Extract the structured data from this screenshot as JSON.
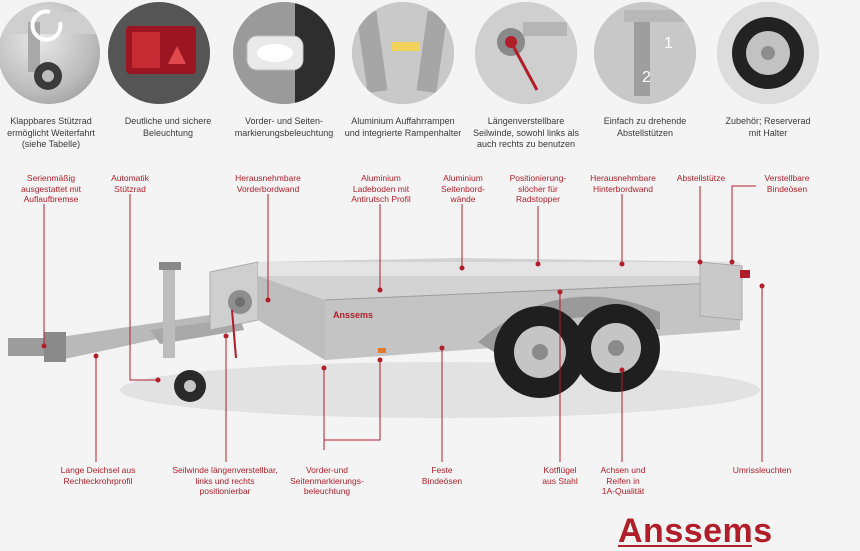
{
  "features": [
    {
      "caption": "Klappbares Stützrad\nermöglicht Weiterfahrt\n(siehe Tabelle)",
      "icon": "jockey-wheel-icon"
    },
    {
      "caption": "Deutliche und sichere\nBeleuchtung",
      "icon": "tail-light-icon"
    },
    {
      "caption": "Vorder- und Seiten-\nmarkierungsbeleuchtung",
      "icon": "marker-light-icon"
    },
    {
      "caption": "Aluminium Auffahrrampen\nund integrierte Rampenhalter",
      "icon": "ramp-icon"
    },
    {
      "caption": "Längenverstellbare\nSeilwinde, sowohl links als\nauch rechts zu benutzen",
      "icon": "winch-icon"
    },
    {
      "caption": "Einfach zu drehende\nAbstellstützen",
      "icon": "prop-stand-icon"
    },
    {
      "caption": "Zubehör; Reserverad\nmit Halter",
      "icon": "spare-wheel-icon"
    }
  ],
  "callouts_top": [
    "Serienmäßig\nausgestattet mit\nAuflaufbremse",
    "Automatik\nStützrad",
    "Herausnehmbare\nVorderbordwand",
    "Aluminium\nLadeboden mit\nAntirutsch Profil",
    "Aluminium\nSeitenbord-\nwände",
    "Positionierung-\nslöcher für\nRadstopper",
    "Herausnehmbare\nHinterbordwand",
    "Abstellstütze",
    "Verstellbare\nBindeösen"
  ],
  "callouts_bottom": [
    "Lange Deichsel aus\nRechteckrohrprofil",
    "Seilwinde längenverstellbar,\nlinks und rechts\npositionierbar",
    "Vorder-und\nSeitenmarkierungs-\nbeleuchtung",
    "Feste\nBindeösen",
    "Kotflügel\naus Stahl",
    "Achsen und\nReifen in\n1A-Qualität",
    "Umrissleuchten"
  ],
  "trailer_badge": "Anssems",
  "brand": "Anssems",
  "colors": {
    "accent": "#b01e2a",
    "text": "#3a3a3a",
    "background": "#f4f4f4"
  }
}
